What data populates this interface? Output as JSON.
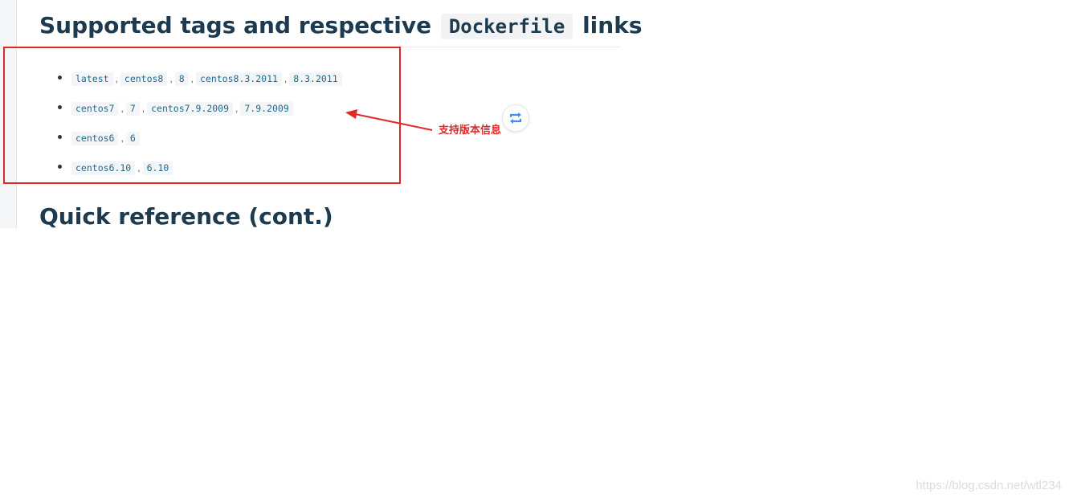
{
  "headings": {
    "supported_prefix": "Supported tags and respective",
    "supported_code": "Dockerfile",
    "supported_suffix": "links",
    "quick_reference": "Quick reference (cont.)"
  },
  "tag_rows": [
    [
      "latest",
      "centos8",
      "8",
      "centos8.3.2011",
      "8.3.2011"
    ],
    [
      "centos7",
      "7",
      "centos7.9.2009",
      "7.9.2009"
    ],
    [
      "centos6",
      "6"
    ],
    [
      "centos6.10",
      "6.10"
    ]
  ],
  "separator": ",",
  "annotation": {
    "text": "支持版本信息",
    "color": "#e02a2a"
  },
  "float_button": {
    "icon": "swap-icon",
    "color": "#3d8ef0"
  },
  "watermark": "https://blog.csdn.net/wtl234"
}
